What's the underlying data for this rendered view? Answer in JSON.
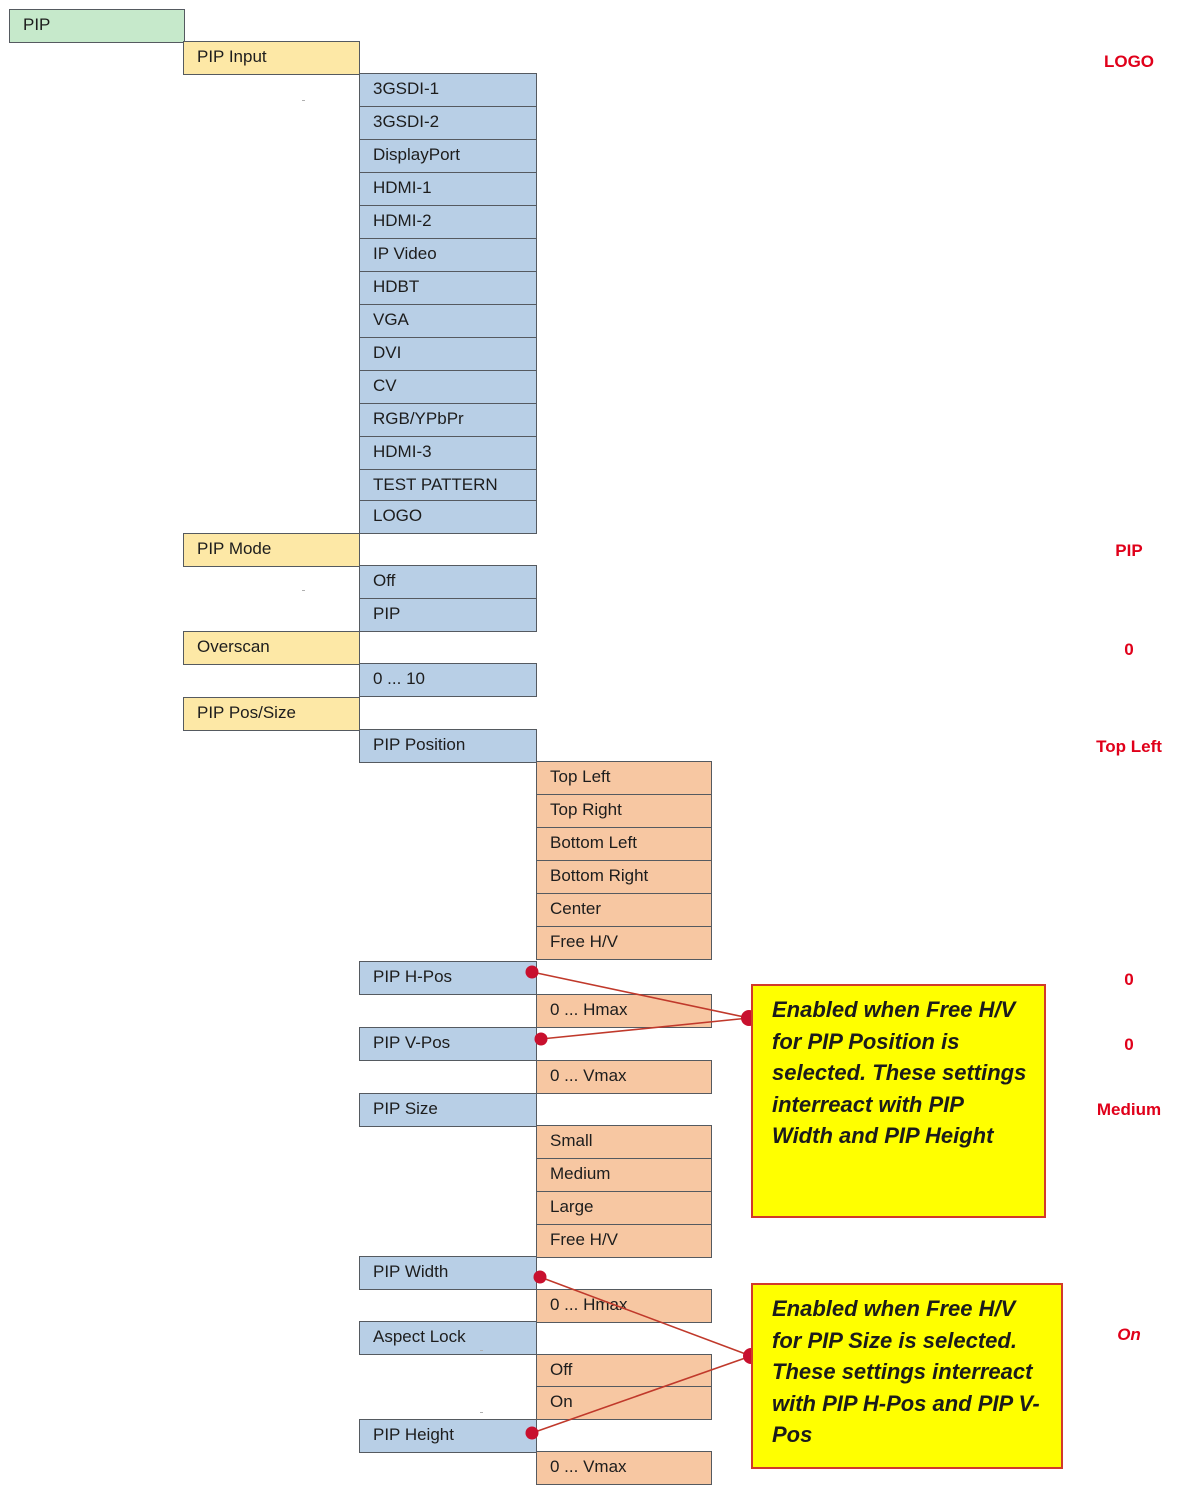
{
  "menu": {
    "root": "PIP",
    "pip_input": {
      "label": "PIP Input",
      "options": [
        "3GSDI-1",
        "3GSDI-2",
        "DisplayPort",
        "HDMI-1",
        "HDMI-2",
        "IP Video",
        "HDBT",
        "VGA",
        "DVI",
        "CV",
        "RGB/YPbPr",
        "HDMI-3",
        "TEST PATTERN",
        "LOGO"
      ]
    },
    "pip_mode": {
      "label": "PIP Mode",
      "options": [
        "Off",
        "PIP"
      ]
    },
    "overscan": {
      "label": "Overscan",
      "range": "0 ... 10"
    },
    "pip_pos_size": {
      "label": "PIP Pos/Size",
      "pip_position": {
        "label": "PIP Position",
        "options": [
          "Top Left",
          "Top Right",
          "Bottom Left",
          "Bottom Right",
          "Center",
          "Free H/V"
        ]
      },
      "pip_h_pos": {
        "label": "PIP H-Pos",
        "range": "0 ... Hmax"
      },
      "pip_v_pos": {
        "label": "PIP V-Pos",
        "range": "0 ... Vmax"
      },
      "pip_size": {
        "label": "PIP Size",
        "options": [
          "Small",
          "Medium",
          "Large",
          "Free H/V"
        ]
      },
      "pip_width": {
        "label": "PIP Width",
        "range": "0 ... Hmax"
      },
      "aspect_lock": {
        "label": "Aspect Lock",
        "options": [
          "Off",
          "On"
        ]
      },
      "pip_height": {
        "label": "PIP Height",
        "range": "0 ... Vmax"
      }
    }
  },
  "defaults": {
    "pip_input": "LOGO",
    "pip_mode": "PIP",
    "overscan": "0",
    "pip_position": "Top Left",
    "pip_h_pos": "0",
    "pip_v_pos": "0",
    "pip_size": "Medium",
    "aspect_lock": "On"
  },
  "notes": {
    "position_note": "Enabled when Free H/V for PIP Position is selected. These settings interreact with PIP Width and PIP Height",
    "size_note": "Enabled when Free H/V for PIP Size is selected. These settings interreact with PIP H-Pos and PIP V-Pos"
  },
  "colors": {
    "level0": "#c6e9cb",
    "level1": "#fde8a6",
    "level2": "#b8cfe6",
    "level3": "#f7c7a2",
    "note_fill": "#ffff00",
    "note_border": "#d23a2a",
    "default_value_text": "#e0001a",
    "connector": "#c0392b"
  }
}
